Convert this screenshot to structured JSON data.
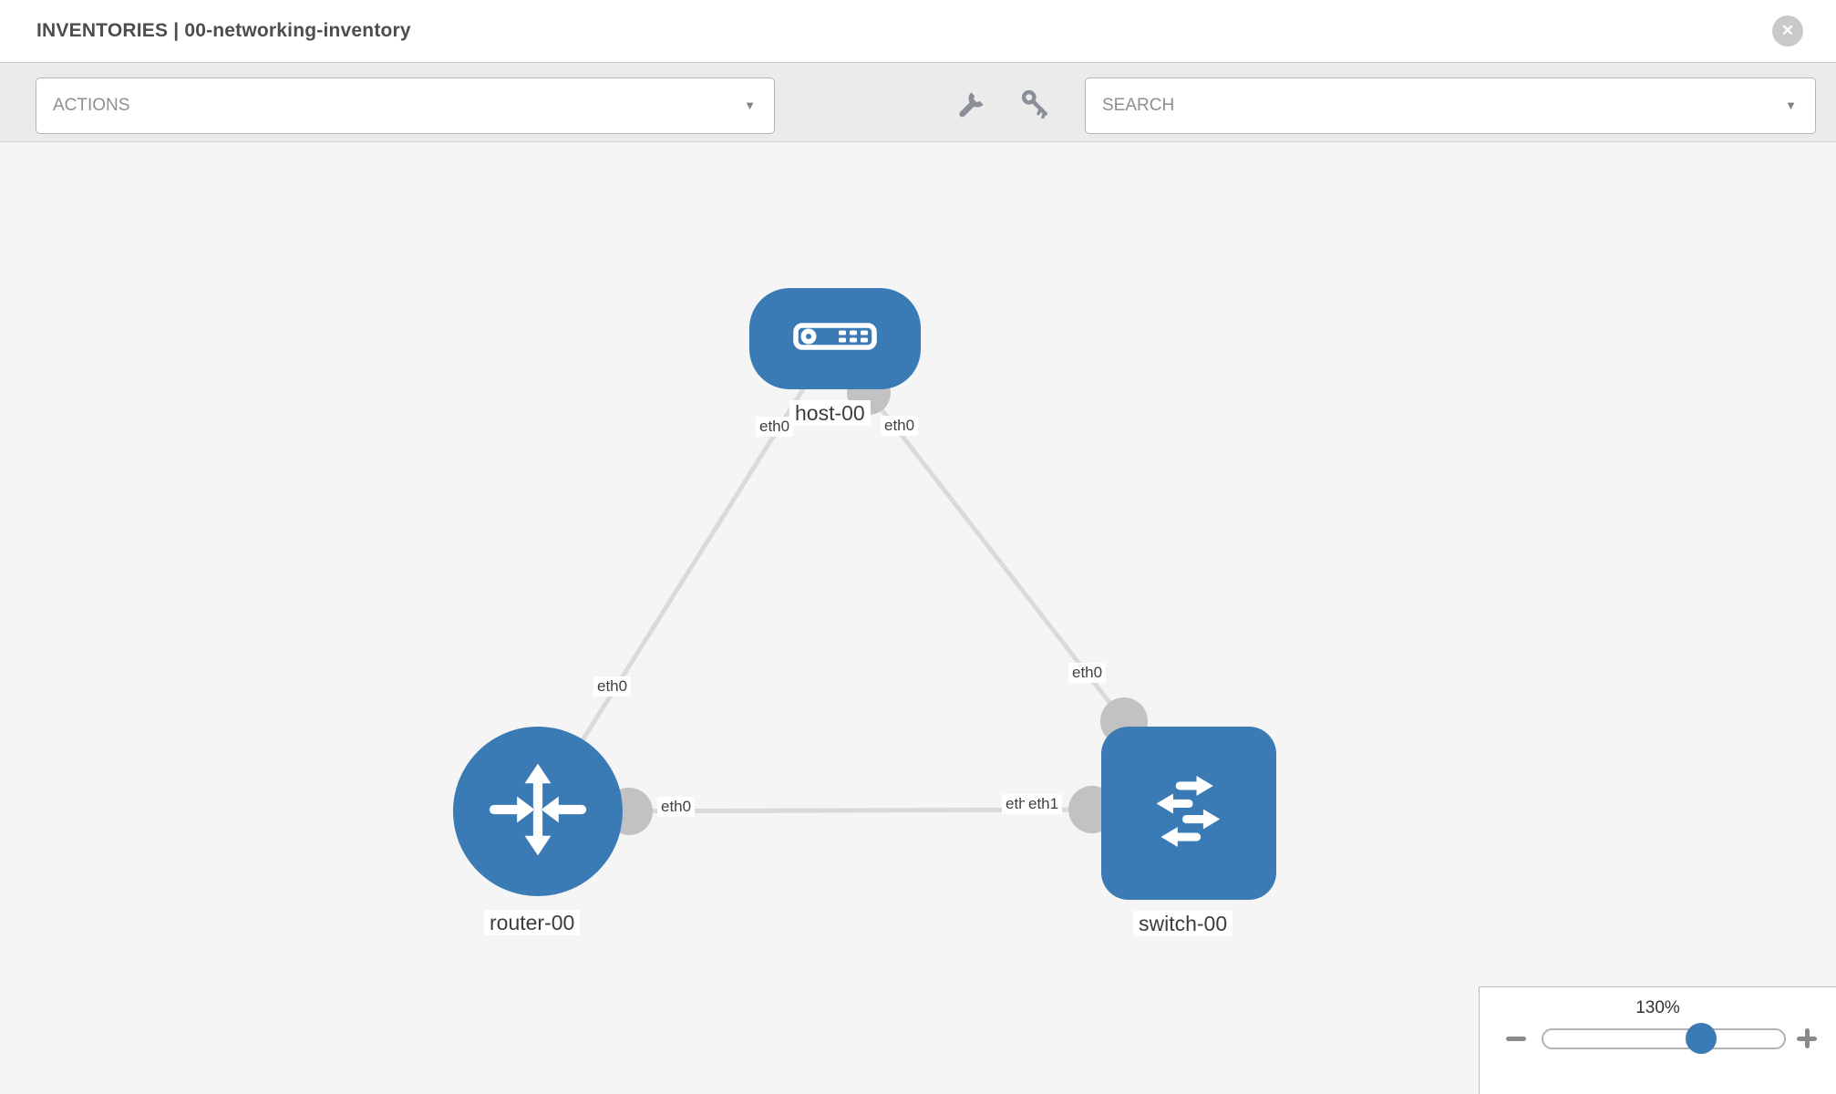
{
  "header": {
    "title": "INVENTORIES | 00-networking-inventory"
  },
  "toolbar": {
    "actions_label": "ACTIONS",
    "search_label": "SEARCH"
  },
  "topology": {
    "nodes": [
      {
        "id": "host-00",
        "label": "host-00",
        "type": "host"
      },
      {
        "id": "router-00",
        "label": "router-00",
        "type": "router"
      },
      {
        "id": "switch-00",
        "label": "switch-00",
        "type": "switch"
      }
    ],
    "links": [
      {
        "from": "host-00",
        "to": "router-00",
        "from_interface": "eth0",
        "to_interface": "eth0"
      },
      {
        "from": "host-00",
        "to": "switch-00",
        "from_interface": "eth0",
        "to_interface": "eth0"
      },
      {
        "from": "router-00",
        "to": "switch-00",
        "from_interface": "eth0",
        "to_interface": "eth1",
        "overlapped_interface": "eth0"
      }
    ],
    "colors": {
      "node_fill": "#3a7bb5",
      "link_stroke": "#dadada",
      "port_fill": "#c2c2c2"
    }
  },
  "zoom_control": {
    "level": "130%"
  }
}
